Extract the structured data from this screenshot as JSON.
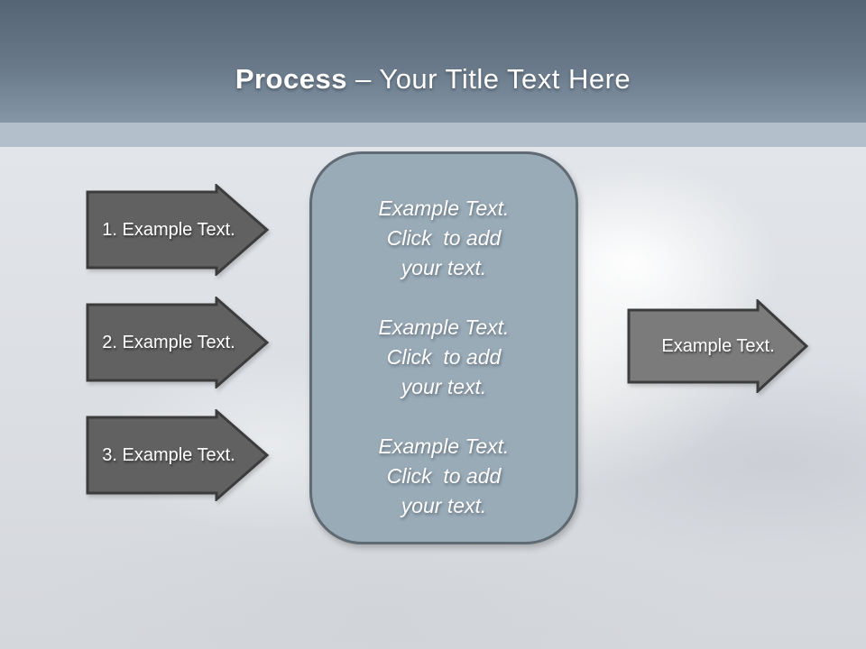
{
  "slide": {
    "title": {
      "emphasis": "Process",
      "separator": " – ",
      "rest": "Your Title Text Here"
    }
  },
  "left_arrows": [
    {
      "label": "1. Example Text."
    },
    {
      "label": "2. Example Text."
    },
    {
      "label": "3. Example Text."
    }
  ],
  "panel": {
    "blocks": [
      "Example Text.\nClick  to add\nyour text.",
      "Example Text.\nClick  to add\nyour text.",
      "Example Text.\nClick  to add\nyour text."
    ]
  },
  "right_arrow": {
    "label": "Example Text."
  },
  "colors": {
    "header_top": "#566575",
    "header_bottom": "#8497a7",
    "subband": "#b3c0cb",
    "left_arrow_fill": "#616161",
    "right_arrow_fill": "#7b7b7b",
    "arrow_outline": "#3c3c3c",
    "panel_fill": "#9aabb8",
    "panel_border": "#5f6a72",
    "text": "#ffffff"
  }
}
